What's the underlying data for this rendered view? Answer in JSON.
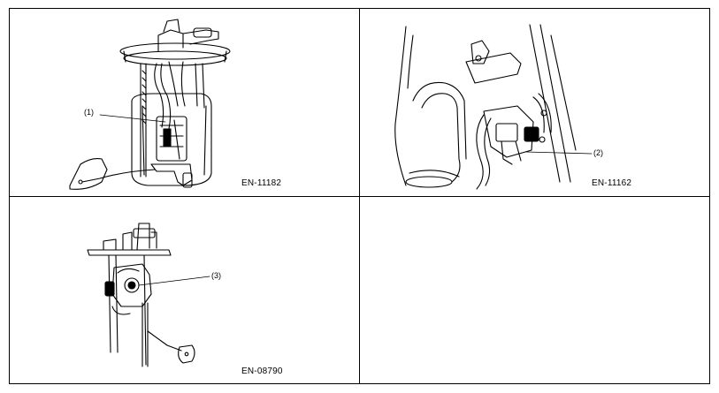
{
  "figures": [
    {
      "code": "EN-11182",
      "callout": "(1)"
    },
    {
      "code": "EN-11162",
      "callout": "(2)"
    },
    {
      "code": "EN-08790",
      "callout": "(3)"
    },
    {
      "code": "",
      "callout": ""
    }
  ]
}
